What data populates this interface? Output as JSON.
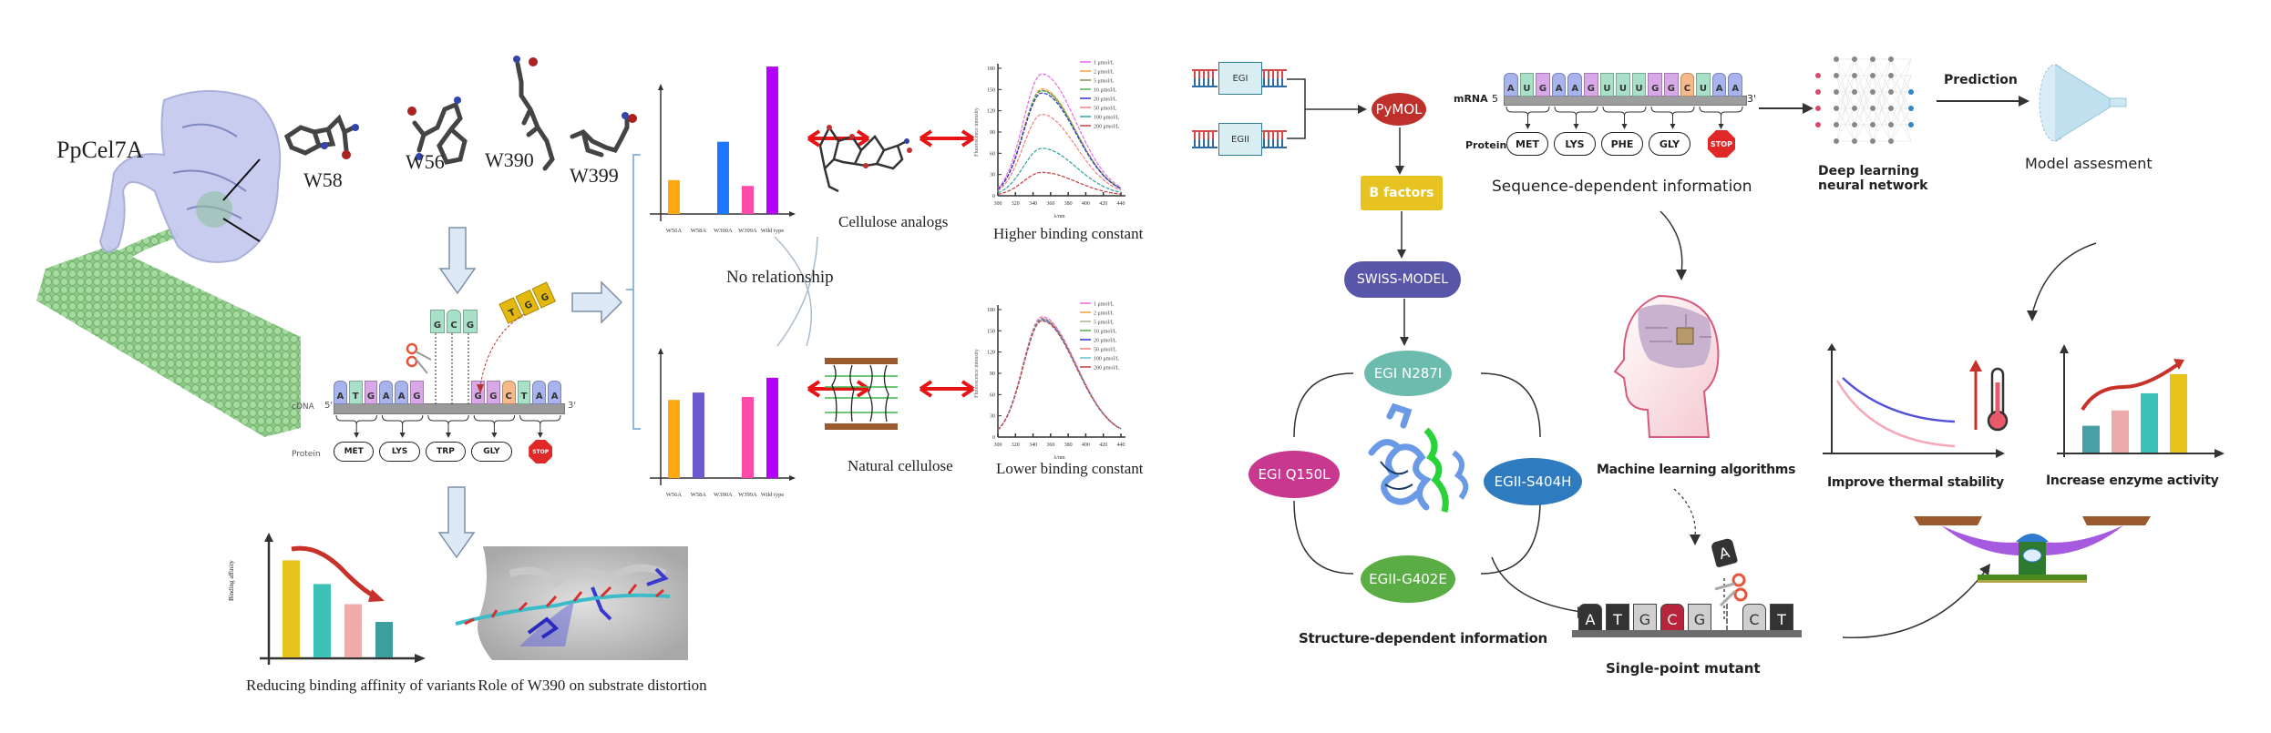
{
  "left_panel": {
    "protein_label": "PpCel7A",
    "residues": [
      "W58",
      "W56",
      "W390",
      "W399"
    ],
    "cdna": {
      "strand_label": "cDNA",
      "five_prime": "5'",
      "three_prime": "3'",
      "bases": [
        "A",
        "T",
        "G",
        "A",
        "A",
        "G",
        "",
        "",
        "",
        "G",
        "G",
        "C",
        "T",
        "A",
        "A"
      ],
      "insert_bases": [
        "G",
        "C",
        "G"
      ],
      "donor_bases": [
        "T",
        "G",
        "G"
      ],
      "protein_label": "Protein",
      "codons": [
        "MET",
        "LYS",
        "TRP",
        "GLY"
      ],
      "stop": "STOP"
    },
    "affinity_chart": {
      "ylabel": "Binding affinity",
      "caption": "Reducing binding affinity of variants",
      "values": [
        0.82,
        0.62,
        0.45,
        0.3
      ],
      "colors": [
        "#e8c31c",
        "#3cc2b7",
        "#efaaaa",
        "#3d9e9e"
      ]
    },
    "w390_caption": "Role of W390 on substrate distortion"
  },
  "middle_panel": {
    "no_relationship": "No relationship",
    "cellulose_analogs": "Cellulose analogs",
    "natural_cellulose": "Natural cellulose",
    "higher_binding": "Higher binding constant",
    "lower_binding": "Lower binding constant"
  },
  "chart_data": [
    {
      "type": "bar",
      "title": "",
      "categories": [
        "W56A",
        "W58A",
        "W390A",
        "W399A",
        "Wild type"
      ],
      "values": [
        0.23,
        0,
        0.49,
        0.19,
        1.0
      ],
      "colors": [
        "#ffa70f",
        "#6a5acd",
        "#1e78ff",
        "#ff4aa8",
        "#b400ff"
      ],
      "xlabel": "",
      "ylabel": "",
      "ylim": [
        0,
        1.05
      ]
    },
    {
      "type": "bar",
      "title": "",
      "categories": [
        "W56A",
        "W58A",
        "W390A",
        "W399A",
        "Wild type"
      ],
      "values": [
        0.53,
        0.58,
        0,
        0.55,
        0.68
      ],
      "colors": [
        "#ffa70f",
        "#6a5acd",
        "#1e78ff",
        "#ff4aa8",
        "#b400ff"
      ],
      "xlabel": "",
      "ylabel": "",
      "ylim": [
        0,
        1.05
      ]
    },
    {
      "type": "line",
      "title": "Higher binding constant",
      "xlabel": "λ/nm",
      "ylabel": "Fluorescence intensity",
      "xlim": [
        300,
        440
      ],
      "ylim": [
        0,
        180
      ],
      "xticks": [
        300,
        320,
        340,
        360,
        380,
        400,
        420,
        440
      ],
      "yticks": [
        0,
        30,
        60,
        90,
        120,
        150,
        180
      ],
      "legend_position": "top-right",
      "peak_x": 350,
      "series": [
        {
          "name": "1 μmol/L",
          "peak": 172,
          "color": "#ee66ee"
        },
        {
          "name": "2 μmol/L",
          "peak": 151,
          "color": "#f0a040"
        },
        {
          "name": "5 μmol/L",
          "peak": 149,
          "color": "#8a8a50"
        },
        {
          "name": "10 μmol/L",
          "peak": 148,
          "color": "#50b050"
        },
        {
          "name": "20 μmol/L",
          "peak": 145,
          "color": "#3030d0"
        },
        {
          "name": "50 μmol/L",
          "peak": 115,
          "color": "#f08080"
        },
        {
          "name": "100 μmol/L",
          "peak": 67,
          "color": "#30a0a0"
        },
        {
          "name": "200 μmol/L",
          "peak": 33,
          "color": "#c04040"
        }
      ]
    },
    {
      "type": "line",
      "title": "Lower binding constant",
      "xlabel": "λ/nm",
      "ylabel": "Fluorescence intensity",
      "xlim": [
        300,
        440
      ],
      "ylim": [
        0,
        180
      ],
      "xticks": [
        300,
        320,
        340,
        360,
        380,
        400,
        420,
        440
      ],
      "yticks": [
        0,
        30,
        60,
        90,
        120,
        150,
        180
      ],
      "legend_position": "top-right",
      "peak_x": 350,
      "series": [
        {
          "name": "1 μmol/L",
          "peak": 170,
          "color": "#ee66ee"
        },
        {
          "name": "2 μmol/L",
          "peak": 168,
          "color": "#f0a040"
        },
        {
          "name": "5 μmol/L",
          "peak": 167,
          "color": "#b0b090"
        },
        {
          "name": "10 μmol/L",
          "peak": 166,
          "color": "#50b050"
        },
        {
          "name": "20 μmol/L",
          "peak": 166,
          "color": "#3030d0"
        },
        {
          "name": "50 μmol/L",
          "peak": 165,
          "color": "#f08080"
        },
        {
          "name": "100 μmol/L",
          "peak": 165,
          "color": "#60c0d0"
        },
        {
          "name": "200 μmol/L",
          "peak": 164,
          "color": "#c04040"
        }
      ]
    }
  ],
  "right_panel": {
    "genes": [
      "EGI",
      "EGII"
    ],
    "pymol": "PyMOL",
    "b_factors": "B factors",
    "swiss_model": "SWISS-MODEL",
    "mutants": [
      {
        "label": "EGI N287I",
        "color": "#6bbcae"
      },
      {
        "label": "EGI Q150L",
        "color": "#c8388f"
      },
      {
        "label": "EGII-S404H",
        "color": "#2f7bc0"
      },
      {
        "label": "EGII-G402E",
        "color": "#5aac45"
      }
    ],
    "structure_caption": "Structure-dependent information",
    "mrna": {
      "label": "mRNA",
      "five_prime": "5",
      "three_prime": "3'",
      "bases": [
        "A",
        "U",
        "G",
        "A",
        "A",
        "G",
        "U",
        "U",
        "U",
        "G",
        "G",
        "C",
        "U",
        "A",
        "A"
      ],
      "protein_label": "Protein",
      "codons": [
        "MET",
        "LYS",
        "PHE",
        "GLY"
      ],
      "stop": "STOP"
    },
    "sequence_caption": "Sequence-dependent information",
    "ml_caption": "Machine learning algorithms",
    "dl_caption_line1": "Deep learning",
    "dl_caption_line2": "neural network",
    "prediction": "Prediction",
    "model_assessment": "Model assesment",
    "mutant_bases": [
      "A",
      "T",
      "G",
      "C",
      "G",
      "",
      "C",
      "T"
    ],
    "mutant_insert": "A",
    "mutant_caption": "Single-point mutant",
    "thermal_caption": "Improve thermal stability",
    "activity_caption": "Increase enzyme activity",
    "activity_values": [
      0.28,
      0.44,
      0.62,
      0.82
    ],
    "activity_colors": [
      "#4a9ea6",
      "#eeaaaa",
      "#3cc2b7",
      "#e8c31c"
    ]
  }
}
